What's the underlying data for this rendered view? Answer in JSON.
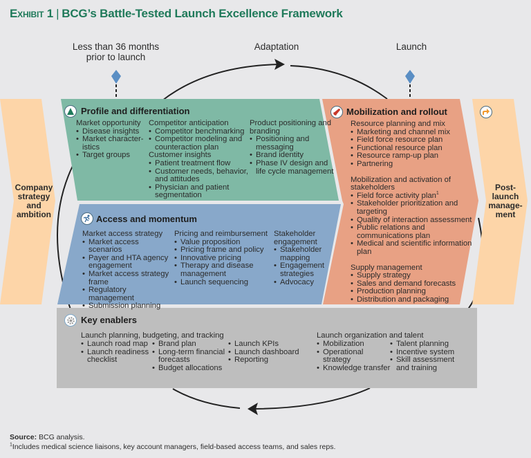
{
  "title": {
    "exhibit": "Exhibit 1",
    "separator": "|",
    "text": "BCG’s Battle-Tested Launch Excellence Framework",
    "color": "#1f7a5a"
  },
  "timeline": {
    "start_label": "Less than 36 months prior to launch",
    "middle_label": "Adaptation",
    "end_label": "Launch"
  },
  "left_chevron": {
    "label": "Company strategy and ambition",
    "color": "#fdd5a8"
  },
  "right_chevron": {
    "label": "Post-launch manage-ment",
    "icon": "arrow-icon",
    "color": "#fdd5a8"
  },
  "panels": {
    "profile": {
      "title": "Profile and differentiation",
      "icon": "mountain-icon",
      "color": "#7fb9a5",
      "columns": [
        {
          "groups": [
            {
              "heading": "Market opportunity",
              "items": [
                "Disease insights",
                "Market characteristics",
                "Target groups"
              ]
            }
          ]
        },
        {
          "groups": [
            {
              "heading": "Competitor anticipation",
              "items": [
                "Competitor benchmarking",
                "Competitor modeling and counteraction plan"
              ]
            },
            {
              "heading": "Customer insights",
              "items": [
                "Patient treatment flow",
                "Customer needs, behavior, and attitudes",
                "Physician and patient segmentation"
              ]
            }
          ]
        },
        {
          "groups": [
            {
              "heading": "Product positioning and branding",
              "items": [
                "Positioning and messaging",
                "Brand identity",
                "Phase IV design and life cycle management"
              ]
            }
          ]
        }
      ]
    },
    "access": {
      "title": "Access and momentum",
      "icon": "runner-icon",
      "color": "#88a8ca",
      "columns": [
        {
          "groups": [
            {
              "heading": "Market access strategy",
              "items": [
                "Market access scenarios",
                "Payer and HTA agency engagement",
                "Market access strategy frame",
                "Regulatory management",
                "Submission planning"
              ]
            }
          ]
        },
        {
          "groups": [
            {
              "heading": "Pricing and reimbursement",
              "items": [
                "Value proposition",
                "Pricing frame and policy",
                "Innovative pricing",
                "Therapy and disease management",
                "Launch sequencing"
              ]
            }
          ]
        },
        {
          "groups": [
            {
              "heading": "Stakeholder engagement",
              "items": [
                "Stakeholder mapping",
                "Engagement strategies",
                "Advocacy"
              ]
            }
          ]
        }
      ]
    },
    "mobilization": {
      "title": "Mobilization and rollout",
      "icon": "rocket-icon",
      "color": "#e8a184",
      "groups": [
        {
          "heading": "Resource planning and mix",
          "items": [
            "Marketing and channel mix",
            "Field force resource plan",
            "Functional resource plan",
            "Resource ramp-up plan",
            "Partnering"
          ]
        },
        {
          "heading": "Mobilization and activation of stakeholders",
          "items": [
            "Field force activity plan",
            "Stakeholder prioritization and targeting",
            "Quality of interaction assessment",
            "Public relations and communications plan",
            "Medical and scientific information plan"
          ],
          "footnote_item_index": 0,
          "footnote_mark": "1"
        },
        {
          "heading": "Supply management",
          "items": [
            "Supply strategy",
            "Sales and demand forecasts",
            "Production planning",
            "Distribution and packaging"
          ]
        }
      ]
    },
    "enablers": {
      "title": "Key enablers",
      "icon": "gear-icon",
      "color": "#bebebe",
      "sections": [
        {
          "heading": "Launch planning, budgeting, and tracking",
          "columns": [
            [
              "Launch road map",
              "Launch readiness checklist"
            ],
            [
              "Brand plan",
              "Long-term financial forecasts",
              "Budget allocations"
            ],
            [
              "Launch KPIs",
              "Launch dashboard",
              "Reporting"
            ]
          ]
        },
        {
          "heading": "Launch organization and talent",
          "columns": [
            [
              "Mobilization",
              "Operational strategy",
              "Knowledge transfer"
            ],
            [
              "Talent planning",
              "Incentive system",
              "Skill assessment and training"
            ]
          ]
        }
      ]
    }
  },
  "footer": {
    "source_label": "Source:",
    "source_text": "BCG analysis.",
    "footnote_mark": "1",
    "footnote_text": "Includes medical science liaisons, key account managers, field-based access teams, and sales reps."
  }
}
